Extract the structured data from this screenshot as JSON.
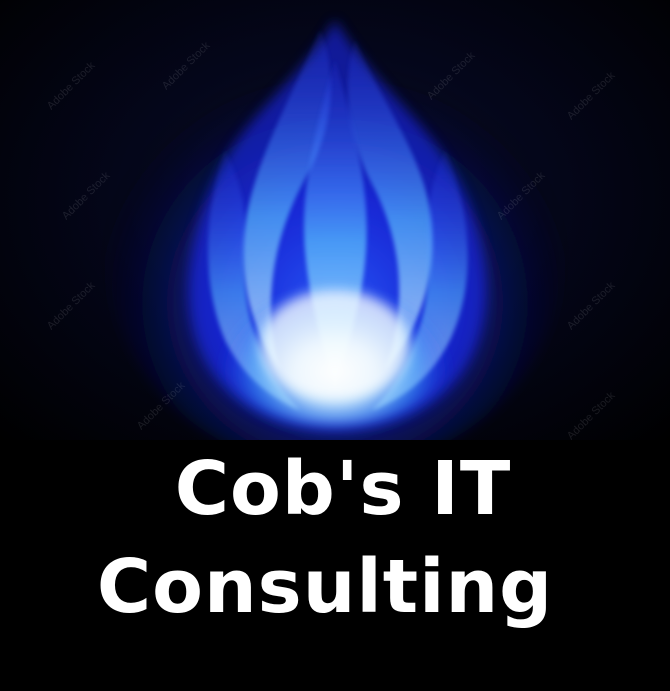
{
  "logo": {
    "title_line_1": "Cob's IT",
    "title_line_2": "Consulting",
    "watermark_text": "Adobe Stock",
    "icon": "blue-flame-icon",
    "colors": {
      "background": "#000000",
      "flame_outer": "#1a1aff",
      "flame_mid": "#2f8bff",
      "flame_inner": "#bfefff",
      "text": "#ffffff"
    }
  }
}
